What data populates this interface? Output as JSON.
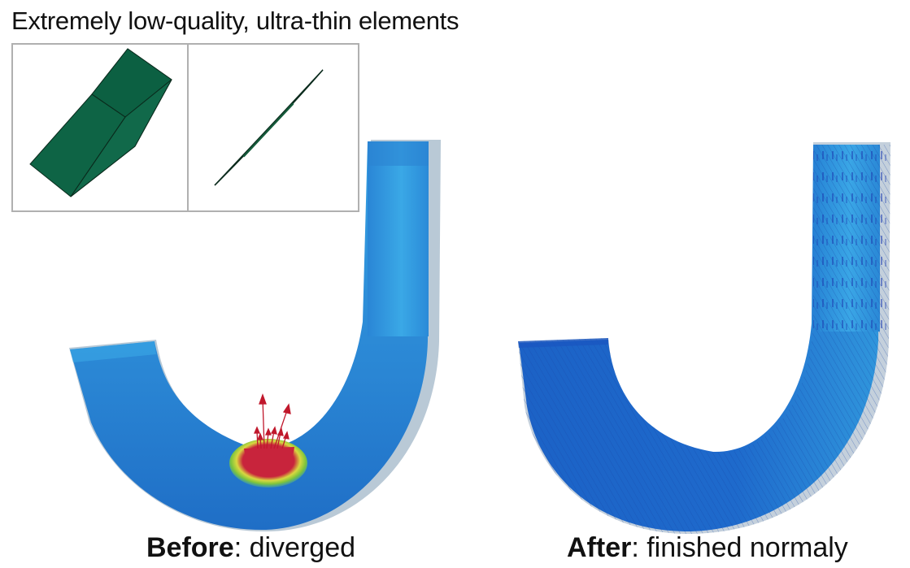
{
  "title": "Extremely low-quality, ultra-thin elements",
  "inset": {
    "panels": [
      {
        "name": "low-quality-element",
        "shape": "distorted-hexahedron",
        "color": "#0e6445"
      },
      {
        "name": "ultra-thin-element",
        "shape": "sliver",
        "color": "#0b3d2a"
      }
    ],
    "border_color": "#b0b0b0"
  },
  "figures": [
    {
      "name": "before",
      "caption_bold": "Before",
      "caption_rest": ": diverged",
      "pipe_color": "#2c8ad8",
      "pipe_highlight": "#3caae6",
      "pipe_shadow": "#b9c9d6",
      "hotspot_color": "#c8243c",
      "hotspot_ring_colors": [
        "#7cc43c",
        "#d8d840"
      ],
      "vector_color": "#c0182c"
    },
    {
      "name": "after",
      "caption_bold": "After",
      "caption_rest": ": finished normaly",
      "pipe_color": "#1e6acc",
      "pipe_highlight": "#3aa0e4",
      "pipe_shadow": "#c4d0dc",
      "vector_color": "#1a3ab0"
    }
  ]
}
